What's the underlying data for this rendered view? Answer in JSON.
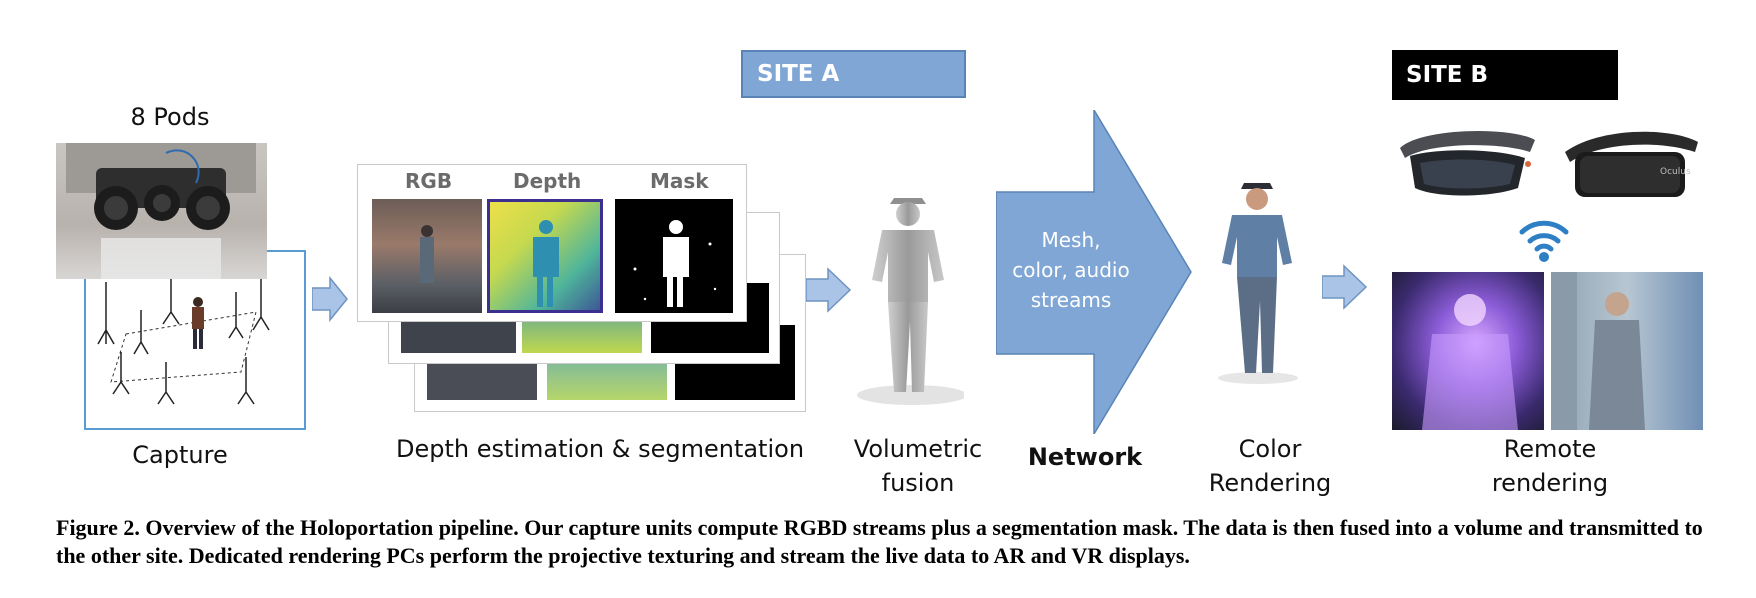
{
  "figure": {
    "site_a_label": "SITE A",
    "site_b_label": "SITE B",
    "pods_label": "8 Pods",
    "capture_label": "Capture",
    "depth_stage_label": "Depth estimation & segmentation",
    "card_headers": {
      "rgb": "RGB",
      "depth": "Depth",
      "mask": "Mask"
    },
    "volumetric_label_line1": "Volumetric",
    "volumetric_label_line2": "fusion",
    "network_arrow_text": {
      "line1": "Mesh,",
      "line2": "color, audio",
      "line3": "streams"
    },
    "network_label": "Network",
    "color_label_line1": "Color",
    "color_label_line2": "Rendering",
    "remote_label_line1": "Remote",
    "remote_label_line2": "rendering",
    "oculus_brand": "Oculus"
  },
  "caption": {
    "text": "Figure 2. Overview of the Holoportation pipeline. Our capture units compute RGBD streams plus a segmentation mask. The data is then fused into a volume and transmitted to the other site. Dedicated rendering PCs perform the projective texturing and stream the live data to AR and VR displays."
  },
  "colors": {
    "site_a_fill": "#7fa6d4",
    "arrow_fill": "#a9c4e6",
    "network_arrow_fill": "#7fa6d4",
    "wifi_blue": "#2e7fc4"
  }
}
